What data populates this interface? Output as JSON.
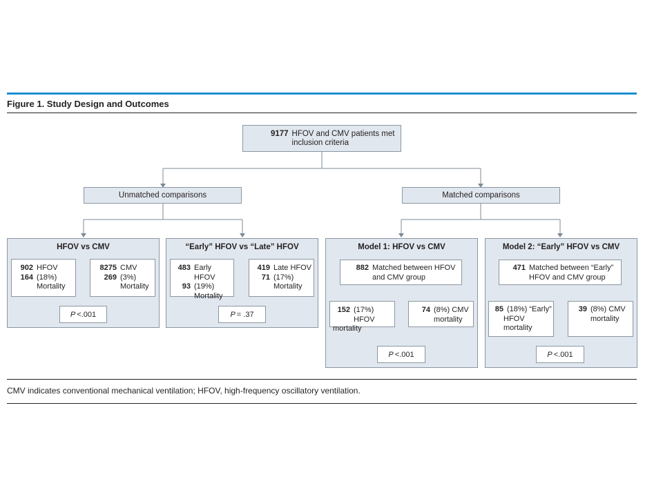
{
  "figure": {
    "title": "Figure 1. Study Design and Outcomes",
    "footnote": "CMV indicates conventional mechanical ventilation; HFOV, high-frequency oscillatory ventilation."
  },
  "top": {
    "number": "9177",
    "text_line1": "HFOV and CMV patients met",
    "text_line2": "inclusion criteria"
  },
  "unmatched": {
    "label": "Unmatched comparisons"
  },
  "matched": {
    "label": "Matched comparisons"
  },
  "panel1": {
    "title": "HFOV vs CMV",
    "left": {
      "n": "902",
      "n_label": "HFOV",
      "m": "164",
      "m_label1": "(18%)",
      "m_label2": "Mortality"
    },
    "right": {
      "n": "8275",
      "n_label": "CMV",
      "m": "269",
      "m_label1": "(3%)",
      "m_label2": "Mortality"
    },
    "p_label": "P",
    "p_value": "<.001"
  },
  "panel2": {
    "title": "“Early” HFOV vs “Late” HFOV",
    "left": {
      "n": "483",
      "n_label": "Early HFOV",
      "m": "93",
      "m_label1": "(19%)",
      "m_label2": "Mortality"
    },
    "right": {
      "n": "419",
      "n_label": "Late HFOV",
      "m": "71",
      "m_label1": "(17%)",
      "m_label2": "Mortality"
    },
    "p_label": "P",
    "p_value": "= .37"
  },
  "panel3": {
    "title": "Model 1: HFOV vs CMV",
    "top": {
      "n": "882",
      "line1": "Matched between HFOV",
      "line2": "and CMV group"
    },
    "left": {
      "n": "152",
      "line1": "(17%) HFOV",
      "line2": "mortality"
    },
    "right": {
      "n": "74",
      "line1": "(8%) CMV",
      "line2": "mortality"
    },
    "p_label": "P",
    "p_value": "<.001"
  },
  "panel4": {
    "title": "Model 2: “Early” HFOV vs CMV",
    "top": {
      "n": "471",
      "line1": "Matched between “Early”",
      "line2": "HFOV and CMV group"
    },
    "left": {
      "n": "85",
      "line1": "(18%) “Early”",
      "line2": "HFOV",
      "line3": "mortality"
    },
    "right": {
      "n": "39",
      "line1": "(8%) CMV",
      "line2": "mortality"
    },
    "p_label": "P",
    "p_value": "<.001"
  },
  "colors": {
    "accent_rule": "#1b8ed0",
    "box_fill": "#e1e7ee",
    "box_border": "#8a96a2",
    "connector": "#7d8a96"
  }
}
